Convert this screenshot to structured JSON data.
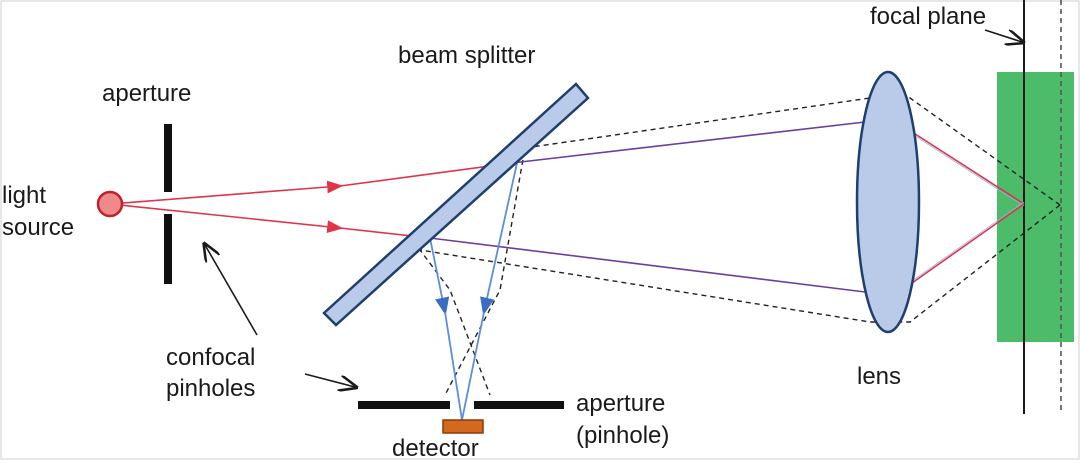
{
  "labels": {
    "focal_plane": "focal plane",
    "beam_splitter": "beam splitter",
    "aperture": "aperture",
    "light_source_line1": "light",
    "light_source_line2": "source",
    "confocal_line1": "confocal",
    "confocal_line2": "pinholes",
    "lens": "lens",
    "aperture_pinhole_line1": "aperture",
    "aperture_pinhole_line2": "(pinhole)",
    "detector": "detector"
  },
  "colors": {
    "illumination_ray": "#e0344a",
    "return_ray": "#5b8fd6",
    "combined_ray": "#6a3fa0",
    "lens_fill": "#b9cbe8",
    "lens_stroke": "#1f3f6e",
    "splitter_fill": "#b9cbe8",
    "sample": "#4cbc6a",
    "detector": "#d2691e",
    "source": "#f08a8a"
  }
}
